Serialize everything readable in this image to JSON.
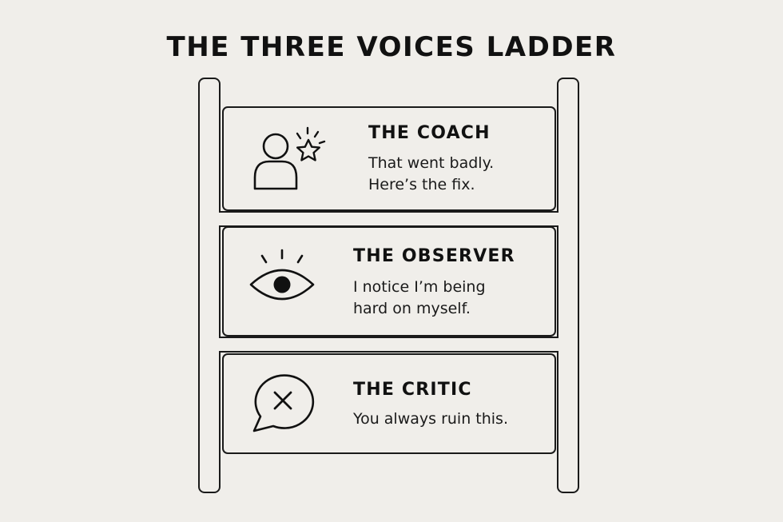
{
  "title": "THE THREE VOICES LADDER",
  "rungs": [
    {
      "id": "coach",
      "heading": "THE COACH",
      "lines": [
        "That went badly.",
        "Here’s the fix."
      ],
      "icon": "person-with-star-icon"
    },
    {
      "id": "observer",
      "heading": "THE OBSERVER",
      "lines": [
        "I notice I’m being",
        "hard on myself."
      ],
      "icon": "eye-icon"
    },
    {
      "id": "critic",
      "heading": "THE CRITIC",
      "lines": [
        "You always ruin this."
      ],
      "icon": "speech-bubble-x-icon"
    }
  ],
  "colors": {
    "background": "#f0eeea",
    "ink": "#111111"
  }
}
